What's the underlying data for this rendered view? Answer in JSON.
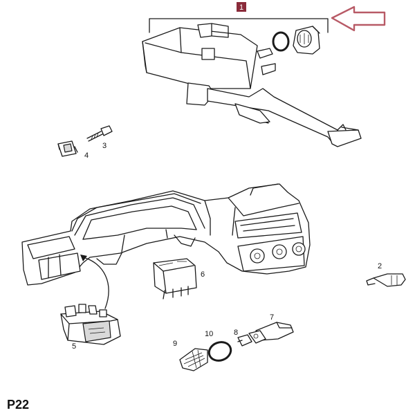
{
  "diagram": {
    "page_code": "P22",
    "highlight_color": "#8a2b3a",
    "arrow_color": "#b85a66",
    "callouts": {
      "c1": "1",
      "c2": "2",
      "c3": "3",
      "c4": "4",
      "c5": "5",
      "c6": "6",
      "c7": "7",
      "c8": "8",
      "c9": "9",
      "c10": "10"
    }
  }
}
